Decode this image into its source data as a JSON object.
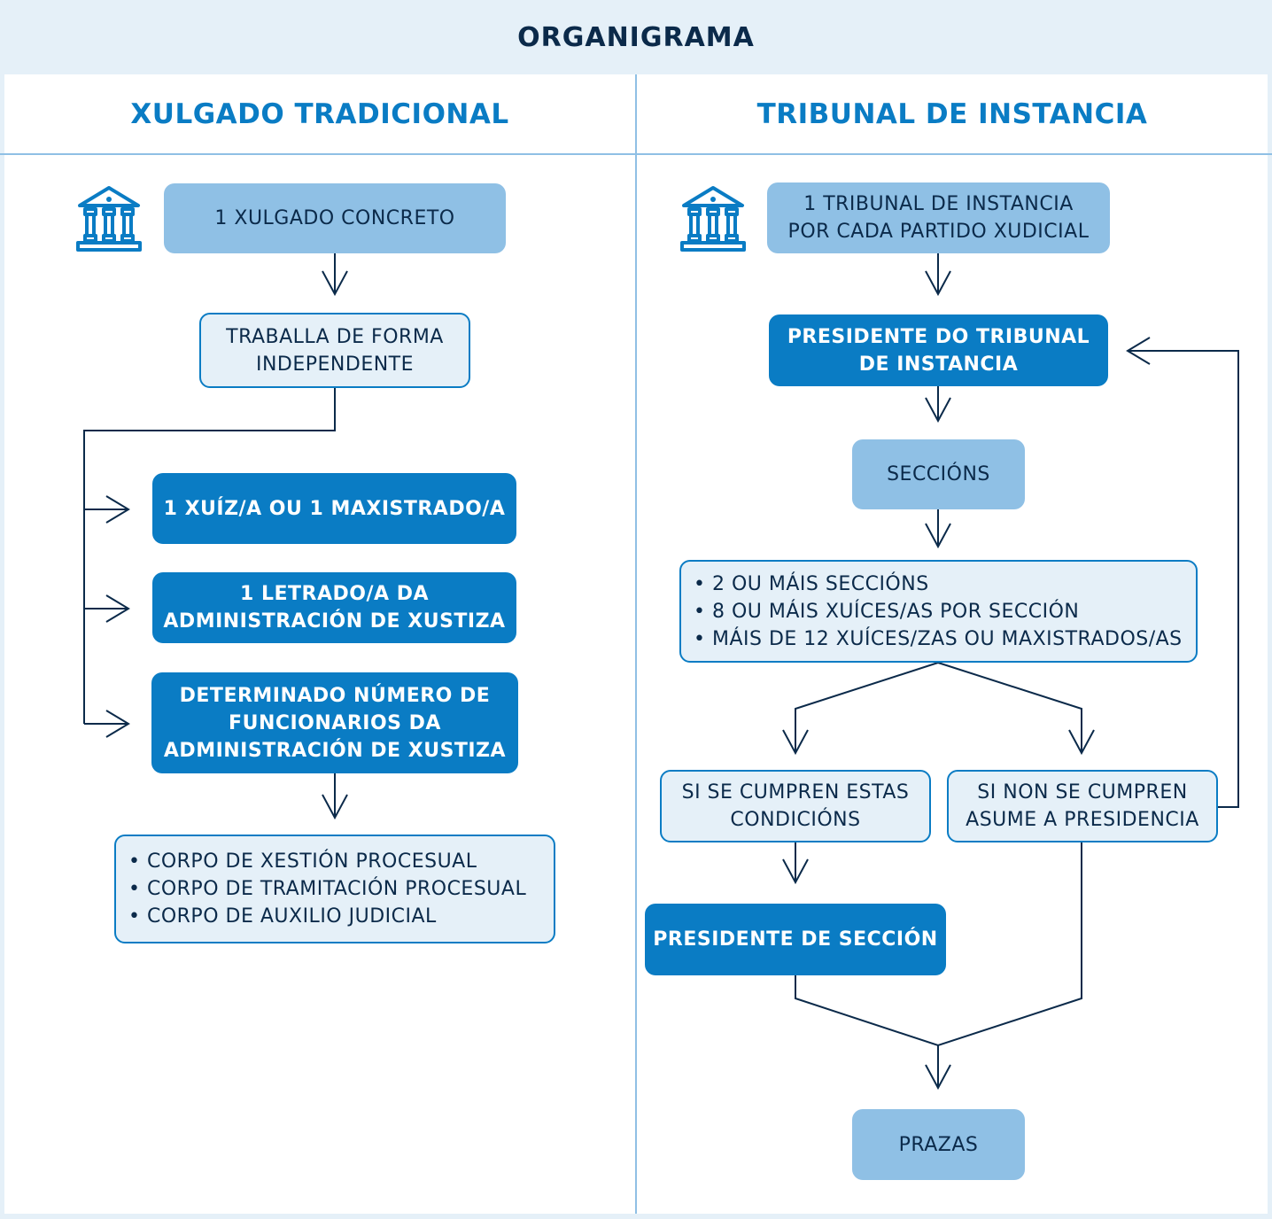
{
  "title": "ORGANIGRAMA",
  "colors": {
    "background": "#e5f0f8",
    "accent": "#0a7cc4",
    "light_box": "#8fc0e5",
    "dark_text": "#0b2a4a",
    "line": "#0b2a4a"
  },
  "left": {
    "heading": "XULGADO TRADICIONAL",
    "icon": "courthouse-icon",
    "top_box": "1 XULGADO CONCRETO",
    "work_box": [
      "TRABALLA DE FORMA",
      "INDEPENDENTE"
    ],
    "judge_box": "1 XUÍZ/A OU 1 MAXISTRADO/A",
    "lawyer_box": [
      "1 LETRADO/A DA",
      "ADMINISTRACIÓN DE XUSTIZA"
    ],
    "officials_box": [
      "DETERMINADO NÚMERO DE",
      "FUNCIONARIOS DA",
      "ADMINISTRACIÓN DE XUSTIZA"
    ],
    "bodies_list": [
      "• CORPO DE XESTIÓN PROCESUAL",
      "• CORPO DE TRAMITACIÓN PROCESUAL",
      "• CORPO DE AUXILIO JUDICIAL"
    ]
  },
  "right": {
    "heading": "TRIBUNAL DE INSTANCIA",
    "icon": "courthouse-icon",
    "top_box": [
      "1 TRIBUNAL DE INSTANCIA",
      "POR CADA PARTIDO XUDICIAL"
    ],
    "president_box": [
      "PRESIDENTE DO TRIBUNAL",
      "DE INSTANCIA"
    ],
    "sections_box": "SECCIÓNS",
    "conditions_list": [
      "• 2 OU MÁIS SECCIÓNS",
      "• 8 OU MÁIS XUÍCES/AS POR SECCIÓN",
      "• MÁIS DE 12 XUÍCES/ZAS OU MAXISTRADOS/AS"
    ],
    "yes_box": [
      "SI SE CUMPREN ESTAS",
      "CONDICIÓNS"
    ],
    "no_box": [
      "SI NON SE CUMPREN",
      "ASUME A PRESIDENCIA"
    ],
    "section_president_box": "PRESIDENTE DE SECCIÓN",
    "posts_box": "PRAZAS"
  }
}
